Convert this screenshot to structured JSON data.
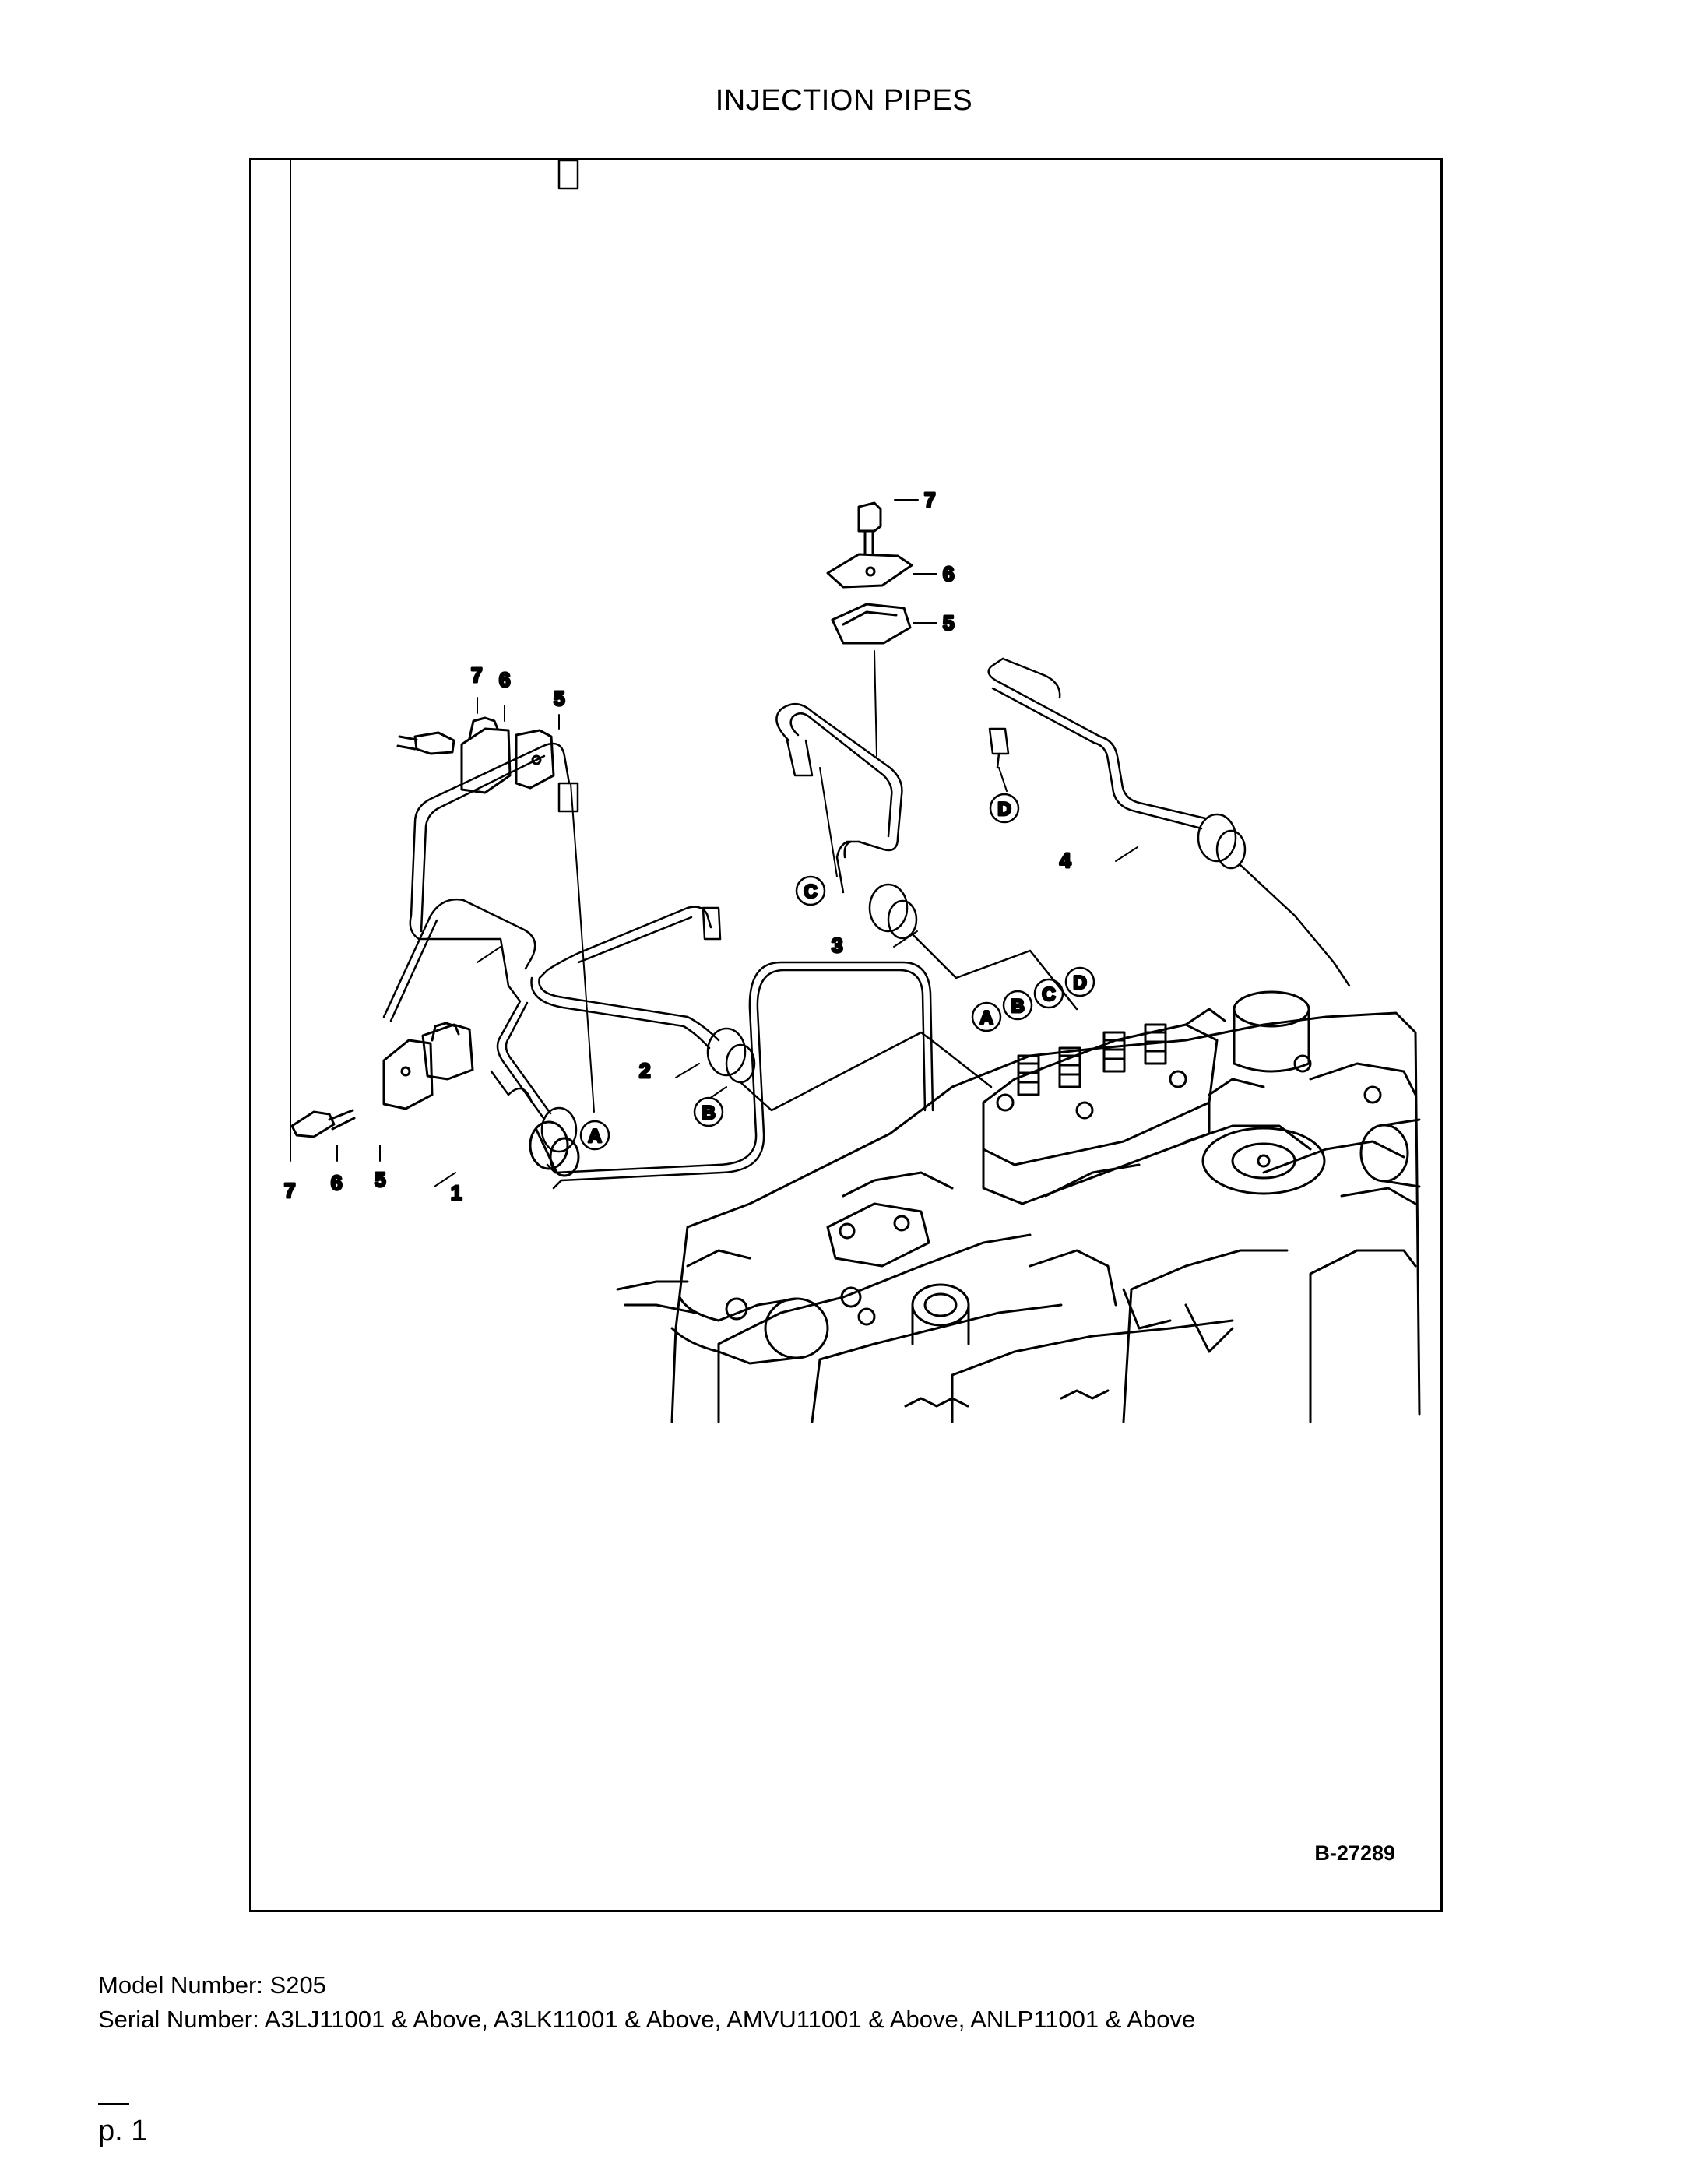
{
  "page": {
    "title": "INJECTION PIPES",
    "drawing_code": "B-27289",
    "model_line": "Model Number: S205",
    "serial_line": "Serial Number: A3LJ11001 & Above, A3LK11001 & Above, AMVU11001 & Above, ANLP11001 & Above",
    "page_number": "p. 1"
  },
  "diagram": {
    "part_numbers": {
      "n1": "1",
      "n2": "2",
      "n3": "3",
      "n4": "4",
      "n5_left": "5",
      "n6_left": "6",
      "n7_left": "7",
      "n5_upper": "5",
      "n6_upper": "6",
      "n7_upper": "7",
      "n5_top": "5",
      "n6_top": "6",
      "n7_top": "7"
    },
    "connection_letters": {
      "a_pipe": "A",
      "b_pipe": "B",
      "c_pipe": "C",
      "d_pipe": "D",
      "a_pump": "A",
      "b_pump": "B",
      "c_pump": "C",
      "d_pump": "D"
    }
  }
}
